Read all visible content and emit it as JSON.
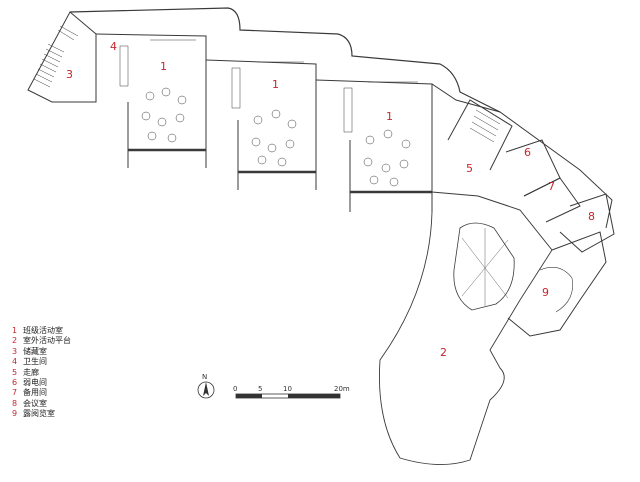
{
  "room_numbers": {
    "class_1a": "1",
    "class_1b": "1",
    "class_1c": "1",
    "terrace": "2",
    "storage": "3",
    "toilet": "4",
    "corridor": "5",
    "weak_current": "6",
    "spare": "7",
    "meeting": "8",
    "reading": "9"
  },
  "legend": [
    {
      "no": "1",
      "label": "班级活动室"
    },
    {
      "no": "2",
      "label": "室外活动平台"
    },
    {
      "no": "3",
      "label": "储藏室"
    },
    {
      "no": "4",
      "label": "卫生间"
    },
    {
      "no": "5",
      "label": "走廊"
    },
    {
      "no": "6",
      "label": "弱电间"
    },
    {
      "no": "7",
      "label": "备用间"
    },
    {
      "no": "8",
      "label": "会议室"
    },
    {
      "no": "9",
      "label": "露阅览室"
    }
  ],
  "north_label": "N",
  "scale_labels": [
    "0",
    "5",
    "10",
    "20m"
  ],
  "colors": {
    "room_number": "#c8252c",
    "line": "#3a3a3a"
  }
}
